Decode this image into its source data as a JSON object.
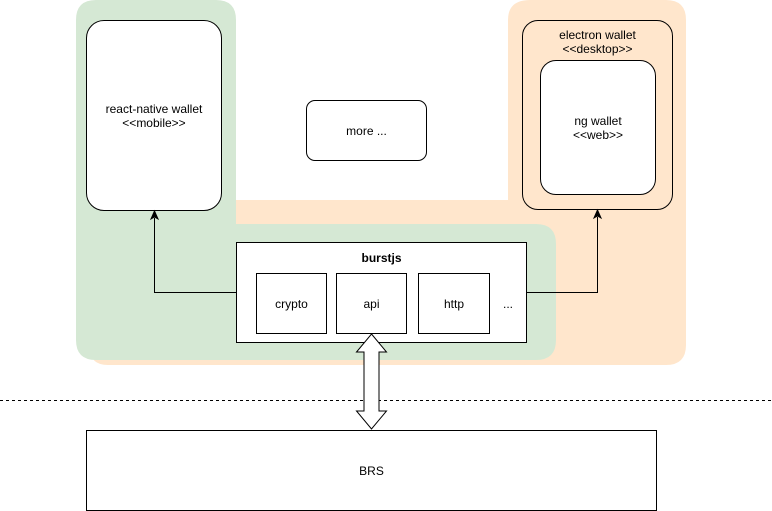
{
  "colors": {
    "green_zone": "#d5e8d4",
    "orange_zone": "#ffe6cc",
    "stroke": "#000000",
    "fill": "#ffffff"
  },
  "nodes": {
    "react_native": {
      "line1": "react-native wallet",
      "line2": "<<mobile>>"
    },
    "more": {
      "label": "more ..."
    },
    "electron": {
      "line1": "electron wallet",
      "line2": "<<desktop>>"
    },
    "ng": {
      "line1": "ng wallet",
      "line2": "<<web>>"
    },
    "burstjs": {
      "title": "burstjs",
      "modules": [
        "crypto",
        "api",
        "http"
      ],
      "ellipsis": "..."
    },
    "brs": {
      "label": "BRS"
    }
  }
}
